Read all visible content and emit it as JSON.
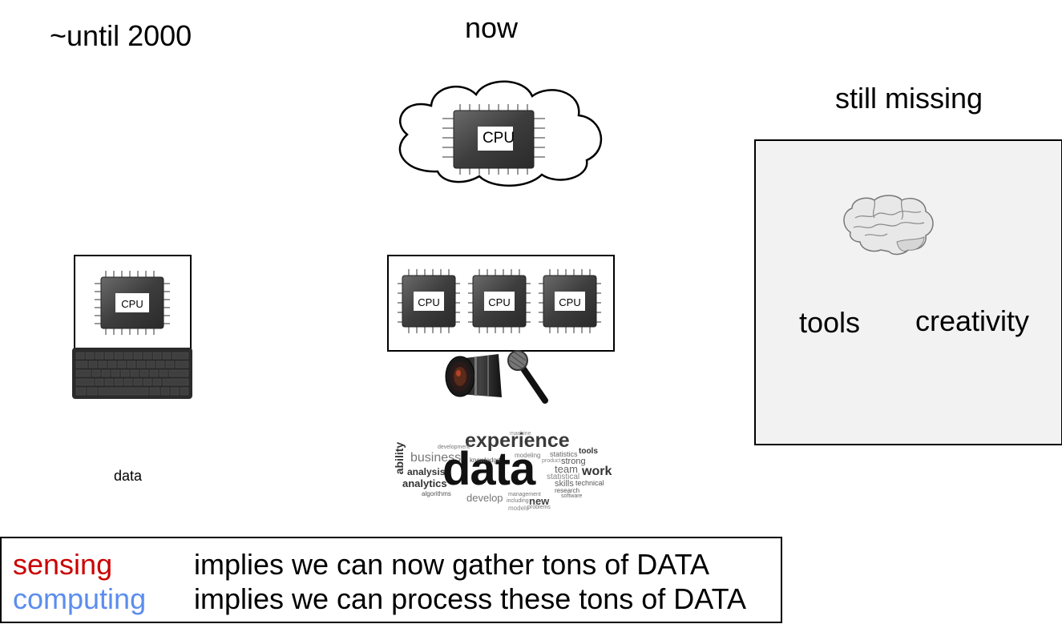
{
  "columns": {
    "past": {
      "heading": "~until 2000",
      "cpu_label": "CPU",
      "data_label": "data"
    },
    "now": {
      "heading": "now",
      "cloud_cpu_label": "CPU",
      "cpu_labels": [
        "CPU",
        "CPU",
        "CPU"
      ]
    },
    "missing": {
      "heading": "still missing",
      "items": [
        "tools",
        "creativity"
      ]
    }
  },
  "wordcloud": {
    "main": "data",
    "words": [
      "experience",
      "business",
      "ability",
      "analysis",
      "analytics",
      "statistics",
      "strong",
      "tools",
      "work",
      "team",
      "skills",
      "statistical",
      "develop",
      "new",
      "technical",
      "research",
      "knowledge",
      "modeling",
      "machine",
      "algorithms",
      "management",
      "software",
      "including",
      "models",
      "product",
      "development",
      "problems"
    ]
  },
  "legend": {
    "rows": [
      {
        "term": "sensing",
        "description": "implies we can now gather tons of DATA",
        "color": "#cc0000"
      },
      {
        "term": "computing",
        "description": "implies we can process these tons of DATA",
        "color": "#5b8def"
      }
    ]
  },
  "colors": {
    "sensing": "#cc0000",
    "computing": "#5b8def",
    "box_fill": "#f2f2f2"
  }
}
